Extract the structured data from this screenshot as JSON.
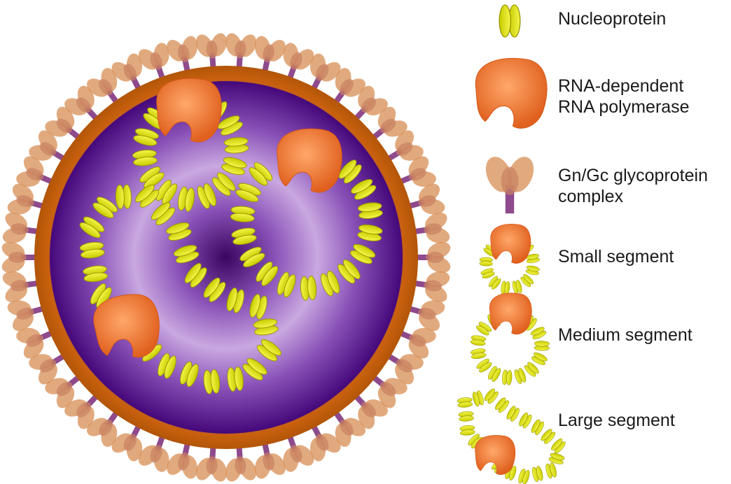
{
  "colors": {
    "virion_core": "#4a0e7a",
    "virion_glow": "#c9a8e0",
    "envelope": "#c9610e",
    "glycoprotein": "#d9925a",
    "glycoprotein_stem": "#7a2a78",
    "nucleoprotein": "#e3e600",
    "nucleoprotein_edge": "#9a9a00",
    "polymerase": "#f07a3a",
    "text": "#1a1a1a"
  },
  "legend": [
    {
      "icon": "nucleoprotein-icon",
      "lines": [
        "Nucleoprotein"
      ]
    },
    {
      "icon": "polymerase-icon",
      "lines": [
        "RNA-dependent",
        "RNA polymerase"
      ]
    },
    {
      "icon": "glycoprotein-icon",
      "lines": [
        "Gn/Gc glycoprotein",
        "complex"
      ]
    },
    {
      "icon": "small-segment-icon",
      "lines": [
        "Small segment"
      ]
    },
    {
      "icon": "medium-segment-icon",
      "lines": [
        "Medium segment"
      ]
    },
    {
      "icon": "large-segment-icon",
      "lines": [
        "Large segment"
      ]
    }
  ]
}
